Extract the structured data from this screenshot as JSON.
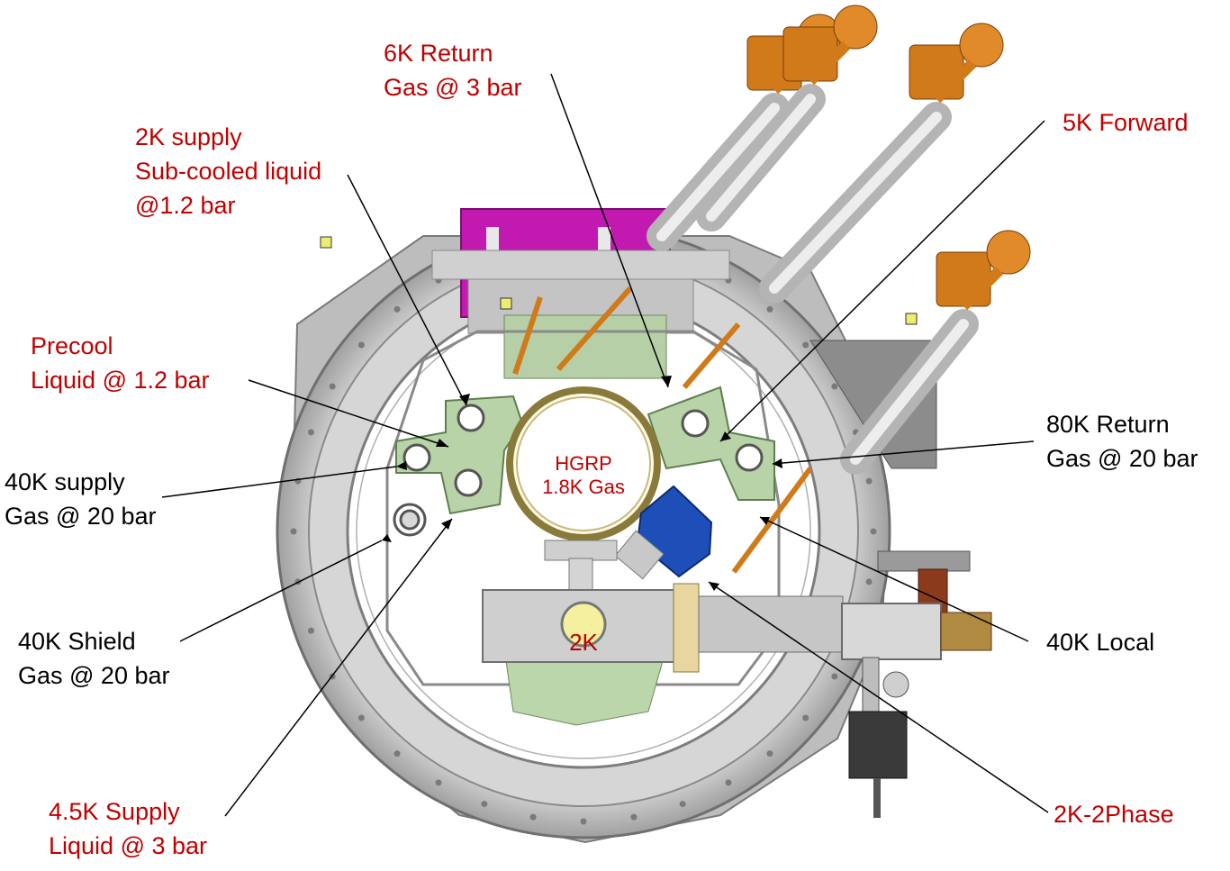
{
  "labels": {
    "return_6k": [
      "6K Return",
      "Gas @ 3 bar"
    ],
    "supply_2k": [
      "2K supply",
      "Sub-cooled liquid",
      "@1.2 bar"
    ],
    "forward_5k": [
      "5K Forward"
    ],
    "precool": [
      "Precool",
      "Liquid @ 1.2 bar"
    ],
    "supply_40k": [
      "40K supply",
      "Gas @ 20 bar"
    ],
    "return_80k": [
      "80K Return",
      "Gas @ 20 bar"
    ],
    "shield_40k": [
      "40K Shield",
      "Gas @ 20 bar"
    ],
    "local_40k": [
      "40K Local"
    ],
    "supply_4_5k": [
      "4.5K Supply",
      "Liquid @ 3 bar"
    ],
    "two_phase_2k": [
      "2K-2Phase"
    ]
  },
  "inner": {
    "hgrp": [
      "HGRP",
      "1.8K Gas"
    ],
    "two_k": "2K"
  },
  "colors": {
    "label_red": "#c00000",
    "label_black": "#000000",
    "magenta": "#c020b0",
    "copper": "#d07a1a",
    "steel": "#c8c8c8",
    "green_plate": "#b9d3a8",
    "blue_motor": "#1e4fb8"
  }
}
